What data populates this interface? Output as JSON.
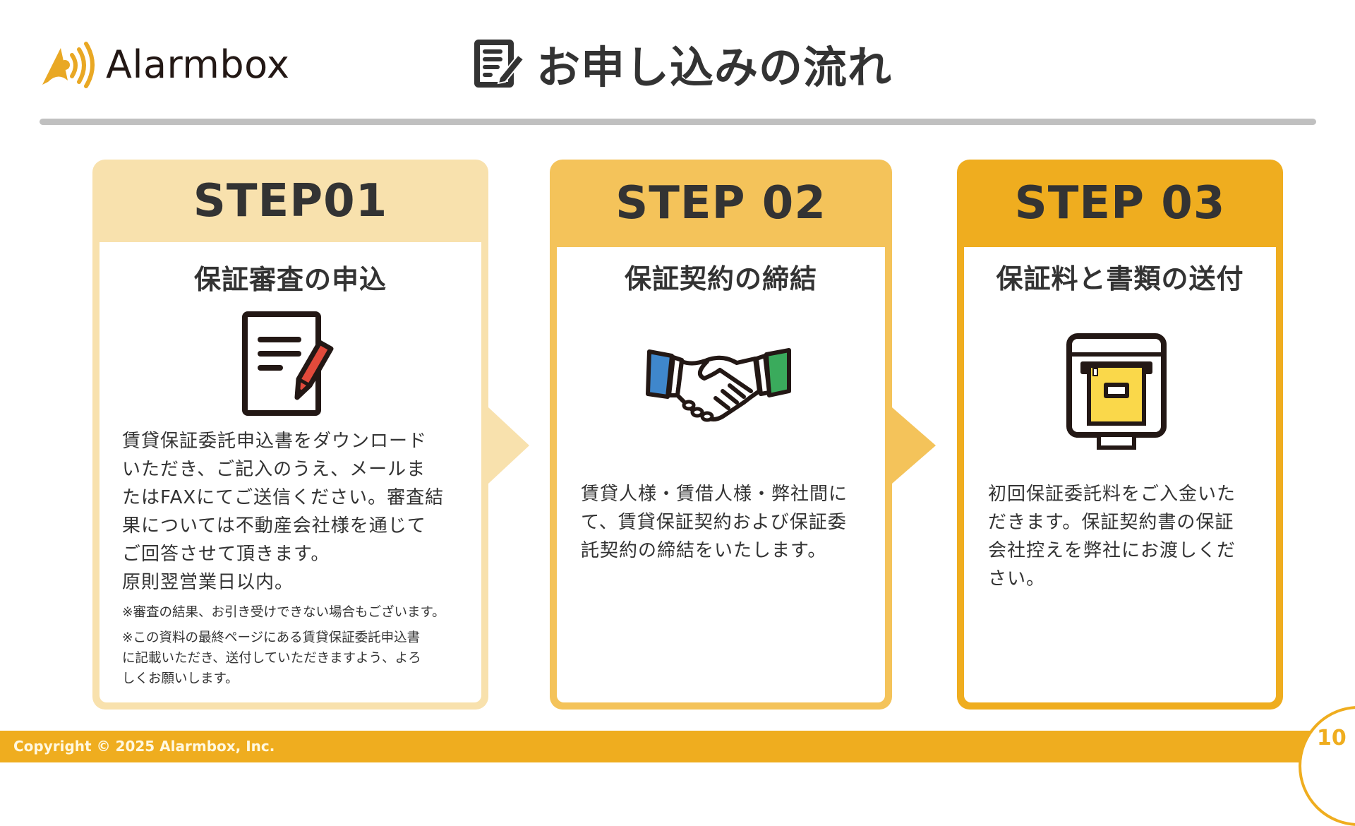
{
  "header": {
    "logo_text": "Alarmbox",
    "logo_icon": "alarm-signal-icon",
    "title": "お申し込みの流れ",
    "title_icon": "document-edit-icon"
  },
  "colors": {
    "step1": "#f8e1ad",
    "step2": "#f4c35a",
    "step3": "#efad1f",
    "text": "#333333",
    "rule": "#c0c0c0"
  },
  "steps": [
    {
      "label": "STEP01",
      "title": "保証審査の申込",
      "icon": "document-pencil-icon",
      "body": [
        "賃貸保証委託申込書をダウンロード",
        "いただき、ご記入のうえ、メールま",
        "たはFAXにてご送信ください。審査結",
        "果については不動産会社様を通じて",
        "ご回答させて頂きます。",
        "原則翌営業日以内。"
      ],
      "notes": [
        [
          "※審査の結果、お引き受けできない場合もございます。"
        ],
        [
          "※この資料の最終ページにある賃貸保証委託申込書",
          "に記載いただき、送付していただきますよう、よろ",
          "しくお願いします。"
        ]
      ]
    },
    {
      "label": "STEP 02",
      "title": "保証契約の締結",
      "icon": "handshake-icon",
      "body": [
        "賃貸人様・賃借人様・弊社間に",
        "て、賃貸保証契約および保証委",
        "託契約の締結をいたします。"
      ]
    },
    {
      "label": "STEP 03",
      "title": "保証料と書類の送付",
      "icon": "mailbox-document-icon",
      "body": [
        "初回保証委託料をご入金いた",
        "だきます。保証契約書の保証",
        "会社控えを弊社にお渡しくだ",
        "さい。"
      ]
    }
  ],
  "footer": {
    "copyright": "Copyright © 2025 Alarmbox, Inc.",
    "page_number": "10"
  }
}
